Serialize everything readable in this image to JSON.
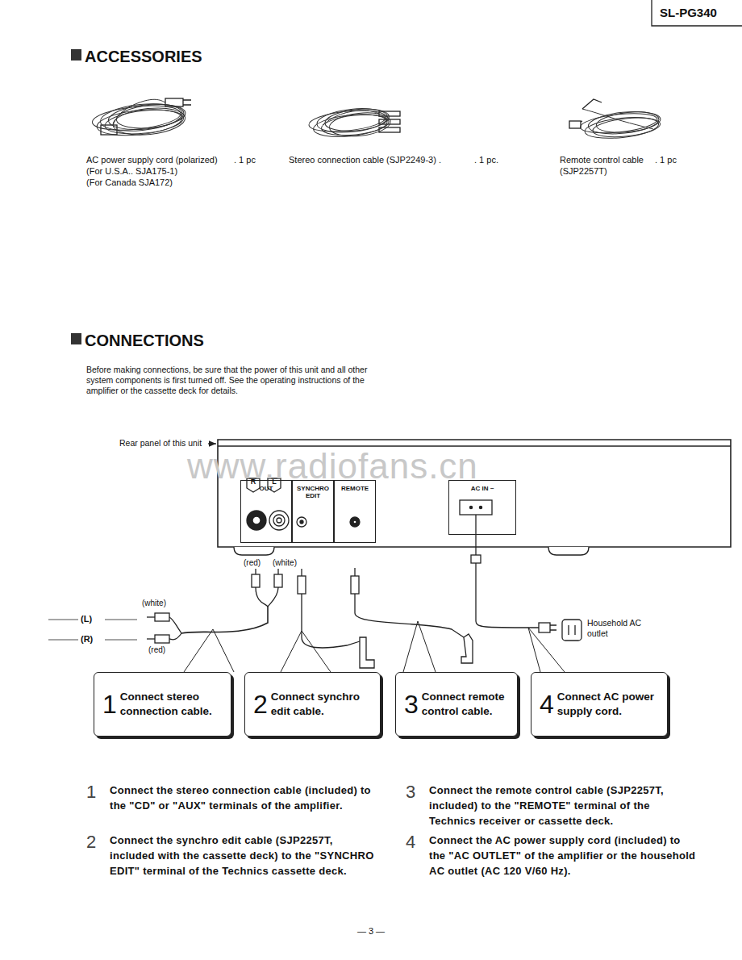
{
  "diagram": {
    "nodes": [
      {
        "text": [
          "SL-PG340"
        ]
      },
      {
        "text": [
          "OUT"
        ]
      },
      {
        "text": [
          "SYNCHRO EDIT"
        ]
      },
      {
        "text": [
          "REMOTE"
        ]
      },
      {
        "text": [
          "AC IN ~"
        ]
      },
      {
        "text": [
          "1",
          "Connect stereo connection cable."
        ]
      },
      {
        "text": [
          "2",
          "Connect synchro edit cable."
        ]
      },
      {
        "text": [
          "3",
          "Connect remote control cable."
        ]
      },
      {
        "text": [
          "4",
          "Connect AC power supply cord."
        ]
      }
    ],
    "labels": [
      "ACCESSORIES",
      "AC power supply cord (polarized)",
      ". 1 pc",
      "(For U.S.A.. SJA175-1)",
      "(For Canada SJA172)",
      "Stereo connection cable (SJP2249-3) .",
      ". 1 pc.",
      "Remote control cable",
      ". 1 pc",
      "(SJP2257T)",
      "CONNECTIONS",
      "Before making connections, be sure that the power of this unit and all other system components is first turned off. See the operating instructions of the amplifier or the cassette deck for details.",
      "Rear panel of this unit",
      "www.radiofans.cn",
      "R",
      "L",
      "(red)",
      "(white)",
      "(white)",
      "(L)",
      "(R)",
      "(red)",
      "Household AC outlet",
      "1",
      "Connect the stereo connection cable (included) to the \"CD\" or \"AUX\" terminals of the amplifier.",
      "2",
      "Connect the synchro edit cable (SJP2257T, included with the cassette deck) to the \"SYNCHRO EDIT\" terminal of the Technics cassette deck.",
      "3",
      "Connect the remote control cable (SJP2257T, included) to the \"REMOTE\" terminal of the Technics receiver or cassette deck.",
      "4",
      "Connect the AC power supply cord (included) to the \"AC OUTLET\" of the amplifier or the household AC outlet (AC 120 V/60 Hz).",
      "— 3 —"
    ]
  }
}
